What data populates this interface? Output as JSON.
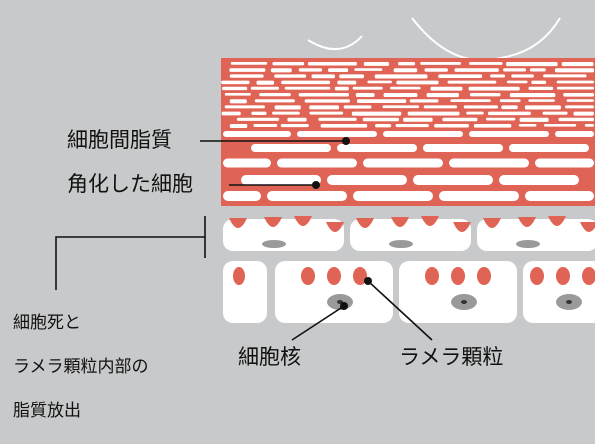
{
  "labels": {
    "intercellular_lipid": "細胞間脂質",
    "keratinized_cell": "角化した細胞",
    "cell_death_line1": "細胞死と",
    "cell_death_line2": "ラメラ顆粒内部の",
    "cell_death_line3": "脂質放出",
    "nucleus": "細胞核",
    "lamellar_granule": "ラメラ顆粒"
  },
  "colors": {
    "background": "#c8c9ca",
    "lipid_red": "#e06455",
    "cell_white": "#ffffff",
    "nucleus_gray": "#9a9a9a"
  }
}
